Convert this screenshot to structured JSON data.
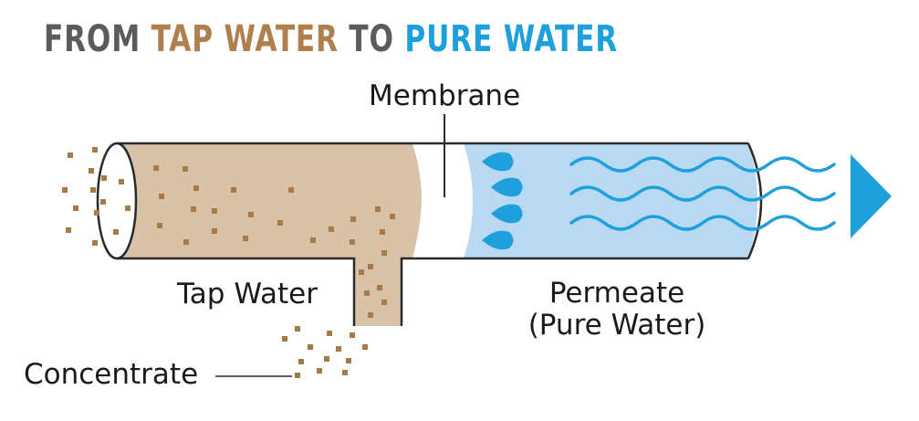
{
  "headline": {
    "part1": "FROM ",
    "part2": "TAP WATER",
    "part3": " TO ",
    "part4": "PURE WATER"
  },
  "labels": {
    "membrane": "Membrane",
    "tap_water": "Tap Water",
    "permeate_line1": "Permeate",
    "permeate_line2": "(Pure Water)",
    "concentrate": "Concentrate"
  },
  "colors": {
    "headline_gray": "#5b5b5b",
    "tap_brown": "#b07f4e",
    "pure_blue": "#1ea0dc",
    "tap_fill": "#d9c2a8",
    "particle": "#a87a47",
    "membrane_fill": "#ffffff",
    "permeate_fill": "#b9d9f2",
    "outline": "#2a2a2a"
  }
}
